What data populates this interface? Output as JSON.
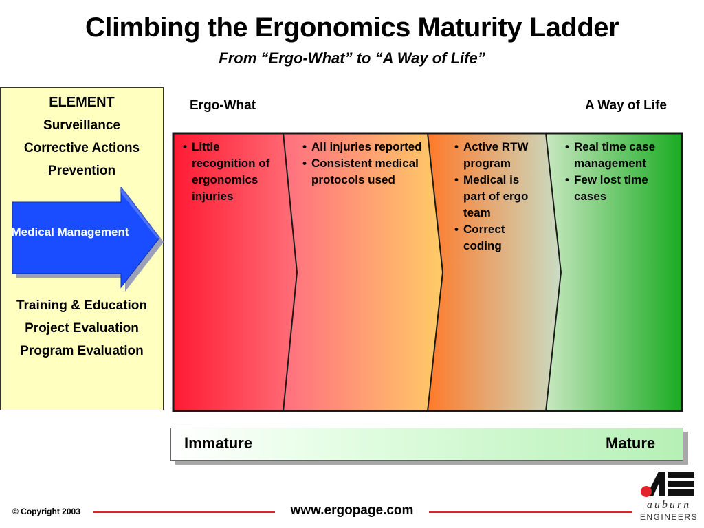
{
  "header": {
    "title": "Climbing the Ergonomics Maturity Ladder",
    "subtitle": "From “Ergo-What” to “A Way of Life”"
  },
  "sidebar": {
    "heading": "ELEMENT",
    "items_top": [
      "Surveillance",
      "Corrective Actions",
      "Prevention"
    ],
    "highlighted": "Medical Management",
    "items_bottom": [
      "Training & Education",
      "Project Evaluation",
      "Program Evaluation"
    ]
  },
  "scale": {
    "left_label": "Ergo-What",
    "right_label": "A Way of Life"
  },
  "stages": [
    {
      "bullets": [
        "Little recognition of ergonomics injuries"
      ]
    },
    {
      "bullets": [
        "All injuries reported",
        "Consistent medical protocols used"
      ]
    },
    {
      "bullets": [
        "Active RTW program",
        "Medical is part of ergo team",
        "Correct coding"
      ]
    },
    {
      "bullets": [
        "Real time case management",
        "Few lost time cases"
      ]
    }
  ],
  "maturity": {
    "left": "Immature",
    "right": "Mature"
  },
  "footer": {
    "copyright": "© Copyright 2003",
    "url": "www.ergopage.com",
    "logo_word": "auburn",
    "logo_sub": "ENGINEERS"
  },
  "colors": {
    "stage1_start": "#ff1a33",
    "stage1_end": "#ff6f78",
    "stage2_start": "#ff6f80",
    "stage2_end": "#ffcc66",
    "stage3_start": "#ff7a2a",
    "stage3_end": "#c8dcc4",
    "stage4_start": "#c8e8c0",
    "stage4_end": "#1aab22",
    "arrow_blue": "#1a4dff",
    "sidebar_bg": "#ffffc0",
    "accent_red": "#e3232c"
  }
}
